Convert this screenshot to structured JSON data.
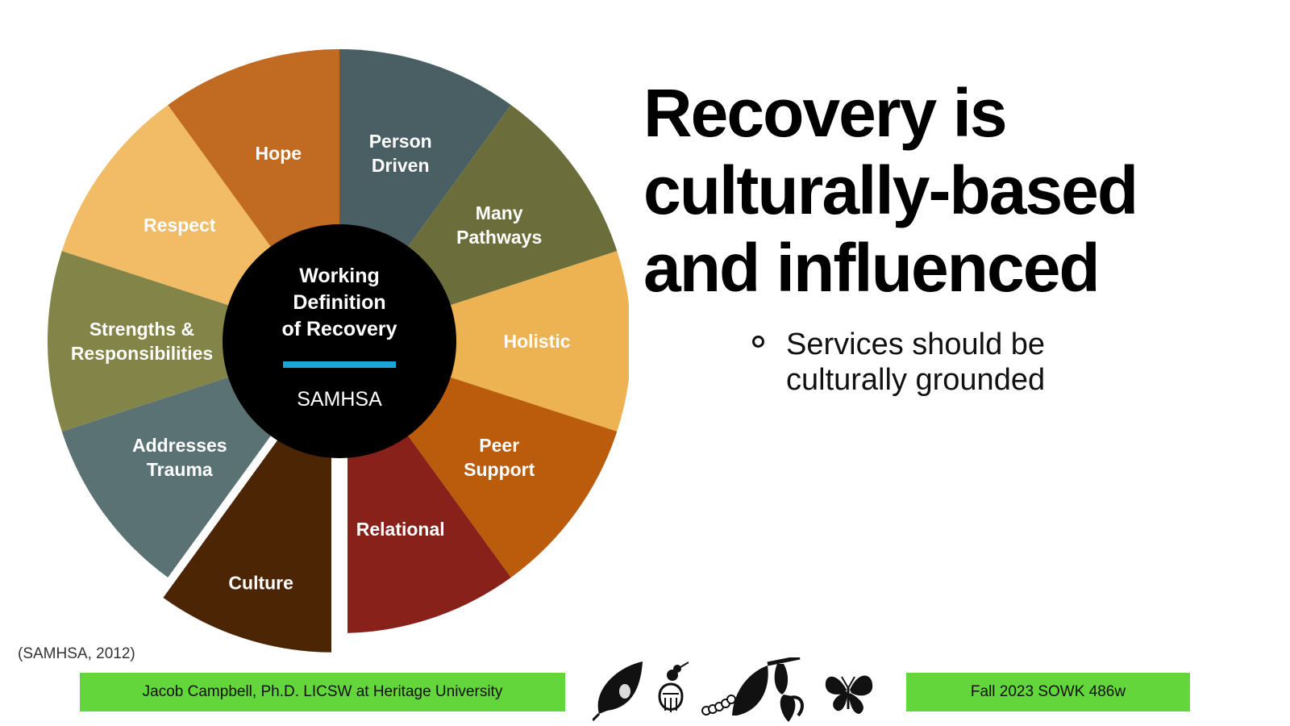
{
  "diagram": {
    "center": {
      "title_lines": [
        "Working",
        "Definition",
        "of Recovery"
      ],
      "subtitle": "SAMHSA",
      "divider_color": "#1aa7d8"
    },
    "segments": [
      {
        "label_lines": [
          "Person",
          "Driven"
        ],
        "color": "#495f63"
      },
      {
        "label_lines": [
          "Many",
          "Pathways"
        ],
        "color": "#6b6e3a"
      },
      {
        "label_lines": [
          "Holistic"
        ],
        "color": "#edb252"
      },
      {
        "label_lines": [
          "Peer",
          "Support"
        ],
        "color": "#bb5b0c"
      },
      {
        "label_lines": [
          "Relational"
        ],
        "color": "#872119"
      },
      {
        "label_lines": [
          "Culture"
        ],
        "color": "#4b2504",
        "highlighted": true
      },
      {
        "label_lines": [
          "Addresses",
          "Trauma"
        ],
        "color": "#5b7274"
      },
      {
        "label_lines": [
          "Strengths &",
          "Responsibilities"
        ],
        "color": "#828448"
      },
      {
        "label_lines": [
          "Respect"
        ],
        "color": "#f1bc65"
      },
      {
        "label_lines": [
          "Hope"
        ],
        "color": "#c16a22"
      }
    ]
  },
  "heading": {
    "lines": [
      "Recovery is",
      "culturally-based",
      "and influenced"
    ]
  },
  "bullets": [
    {
      "lines": [
        "Services should be",
        "culturally grounded"
      ]
    }
  ],
  "citation": "(SAMHSA, 2012)",
  "footer": {
    "left": "Jacob Campbell, Ph.D. LICSW at Heritage University",
    "right": "Fall 2023 SOWK 486w",
    "bar_color": "#62d63a",
    "icons": [
      "leaf-egg-icon",
      "hatching-egg-icon",
      "caterpillar-leaf-icon",
      "chrysalis-icon",
      "butterfly-icon"
    ]
  }
}
